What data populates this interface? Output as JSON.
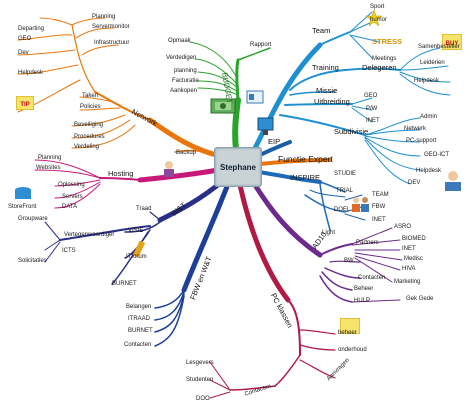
{
  "center": {
    "label": "Stephane"
  },
  "branches": {
    "budget": {
      "label": "BUDGET",
      "color": "#2aa32a",
      "items": [
        "Opmaak",
        "Verdedigen",
        "planning",
        "Facturatie",
        "Aankopen"
      ],
      "rapport": "Rapport"
    },
    "network": {
      "label": "Network",
      "color": "#e8760c",
      "items": [
        "Planning",
        "Servermonitor",
        "Infrastructuur",
        "Dev",
        "GEO",
        "Departing",
        "Helpdesk",
        "Taken",
        "Policies",
        "Beveiliging",
        "Procedures",
        "Verdeling",
        "Backup"
      ]
    },
    "team": {
      "label": "Team",
      "color": "#1e8fd0",
      "items": [
        "Sport",
        "humor",
        "STRESS",
        "Meetings",
        "Training",
        "Delegeren",
        "Samenbesteller",
        "Leiderien",
        "Helpdesk",
        "Missie",
        "Uitbreiding",
        "GEO",
        "P/W",
        "INET",
        "Subdivisie",
        "Admin",
        "Netwerk",
        "PC-support",
        "GEO-ICT",
        "Helpdesk",
        "DEV"
      ]
    },
    "eip": {
      "label": "EIP",
      "color": "#1b5ea8"
    },
    "functie": {
      "label": "Functie Expert",
      "color": "#e8760c"
    },
    "hosting": {
      "label": "Hosting",
      "color": "#c8187a",
      "items": [
        "Planning",
        "Websites",
        "Oplossing",
        "Servers",
        "DATA",
        "StoreFront"
      ]
    },
    "inspire": {
      "label": "INSPIRE",
      "color": "#1c6ab8",
      "items": [
        "STUDIE",
        "TRIAL",
        "TEAM",
        "DOEL",
        "FBW",
        "INET",
        "Light"
      ]
    },
    "wat": {
      "label": "W&T",
      "color": "#2a2f8a",
      "items": [
        "Traad",
        "VISIE",
        "Vertegenwoordiger",
        "ITforum",
        "ICTS",
        "Groupware",
        "BURNET",
        "Solicitaties"
      ]
    },
    "ad10": {
      "label": "AD10",
      "color": "#6b2a8c",
      "items": [
        "Partners",
        "ASRO",
        "BIOMED",
        "INET",
        "Medisc",
        "HIVA",
        "Marketing",
        "BW",
        "Contacten",
        "Beheer",
        "HULP",
        "Gek Gede"
      ]
    },
    "fbw": {
      "label": "FBW en W&T",
      "color": "#1c3f9a",
      "items": [
        "Belangen",
        "ITRAAD",
        "BURNET",
        "Contacten"
      ]
    },
    "pc": {
      "label": "PC klassen",
      "color": "#b01a45",
      "items": [
        "beheer",
        "onderhoud",
        "Aanvragen",
        "Lesgevers",
        "Studenten",
        "DOO",
        "Contacten"
      ]
    }
  },
  "badges": {
    "tip": "TIP",
    "buy": "BUY"
  }
}
